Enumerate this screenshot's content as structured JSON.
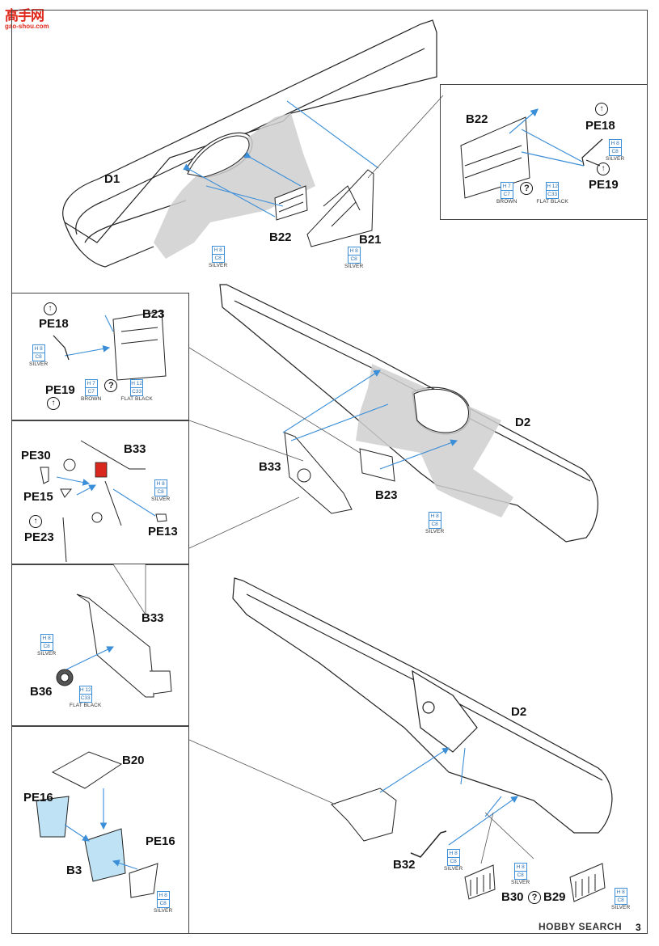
{
  "watermark": {
    "brand": "高手网",
    "url": "gao-shou.com"
  },
  "site_mark": "HOBBY SEARCH",
  "page_number": "3",
  "parts": {
    "D1": "D1",
    "D2": "D2",
    "D2b": "D2",
    "B22": "B22",
    "B22b": "B22",
    "B21": "B21",
    "B23": "B23",
    "B23b": "B23",
    "PE18": "PE18",
    "PE18b": "PE18",
    "PE19": "PE19",
    "PE19b": "PE19",
    "B33": "B33",
    "B33b": "B33",
    "B33c": "B33",
    "PE30": "PE30",
    "PE15": "PE15",
    "PE23": "PE23",
    "PE13": "PE13",
    "B36": "B36",
    "B20": "B20",
    "B3": "B3",
    "PE16": "PE16",
    "PE16b": "PE16",
    "B32": "B32",
    "B30": "B30",
    "B29": "B29"
  },
  "paint": {
    "silver": {
      "h": "H 8",
      "c": "C8",
      "name": "SILVER"
    },
    "brown": {
      "h": "H 7",
      "c": "C7",
      "name": "BROWN"
    },
    "flat_black": {
      "h": "H 12",
      "c": "C33",
      "name": "FLAT BLACK"
    }
  },
  "symbols": {
    "optional": "?",
    "photo_etch": "↑"
  },
  "colors": {
    "callout_blue": "#3b8ed8",
    "highlight_grey": "#cfcfcf",
    "clear_part": "#bfe3f5",
    "accent_red": "#d9281e"
  }
}
